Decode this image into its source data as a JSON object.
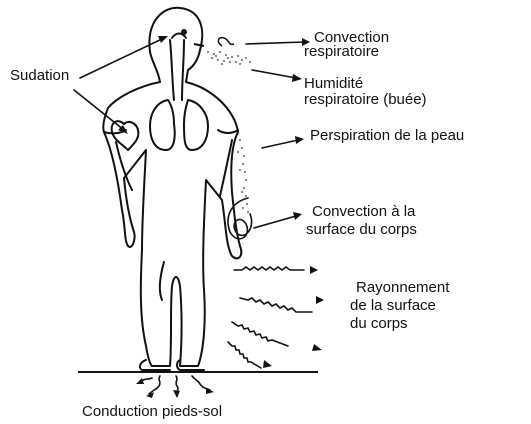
{
  "labels": {
    "sudation": "Sudation",
    "convection_resp_1": "Convection",
    "convection_resp_2": "respiratoire",
    "humidite_1": "Humidité",
    "humidite_2": "respiratoire (buée)",
    "perspiration": "Perspiration de la peau",
    "convection_surf_1": "Convection à la",
    "convection_surf_2": "surface du corps",
    "rayonnement_1": "Rayonnement",
    "rayonnement_2": "de la surface",
    "rayonnement_3": "du corps",
    "conduction": "Conduction pieds-sol"
  }
}
